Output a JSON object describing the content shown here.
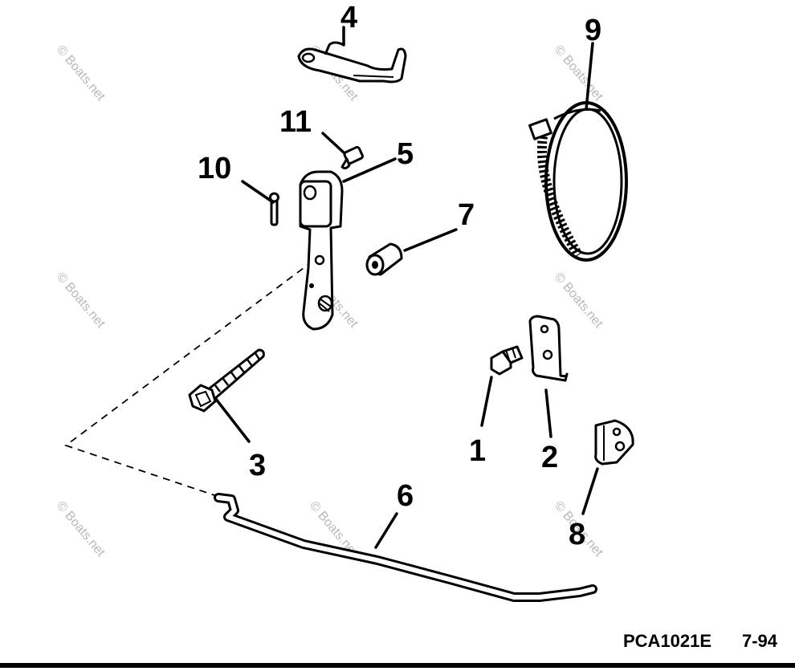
{
  "callouts": [
    {
      "id": "1",
      "label": "1"
    },
    {
      "id": "2",
      "label": "2"
    },
    {
      "id": "3",
      "label": "3"
    },
    {
      "id": "4",
      "label": "4"
    },
    {
      "id": "5",
      "label": "5"
    },
    {
      "id": "6",
      "label": "6"
    },
    {
      "id": "7",
      "label": "7"
    },
    {
      "id": "8",
      "label": "8"
    },
    {
      "id": "9",
      "label": "9"
    },
    {
      "id": "10",
      "label": "10"
    },
    {
      "id": "11",
      "label": "11"
    }
  ],
  "footer": {
    "part_code": "PCA1021E",
    "date_code": "7-94"
  },
  "watermark": "© Boats.net"
}
